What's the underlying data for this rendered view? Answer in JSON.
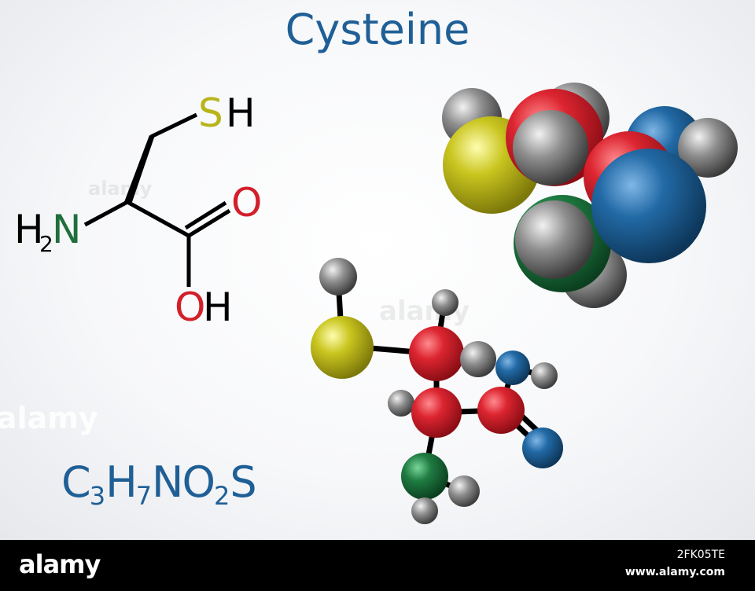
{
  "title": "Cysteine",
  "structure": {
    "sh": {
      "s": "S",
      "h": "H"
    },
    "amine": {
      "h": "H",
      "sub": "2",
      "n": "N"
    },
    "carbonyl_o": "O",
    "hydroxyl": {
      "o": "O",
      "h": "H"
    }
  },
  "formula": {
    "c": "C",
    "n3": "3",
    "h": "H",
    "n7": "7",
    "no": "NO",
    "n2": "2",
    "s": "S"
  },
  "colors": {
    "title_blue": "#1f5f96",
    "sulfur": "#b8b41a",
    "nitrogen": "#1f6f3c",
    "oxygen": "#d21f2a",
    "carbon_ball": "#d8202c",
    "nitrogen_ball": "#1d5f95",
    "hydrogen_ball": "#8a8a8a",
    "nitrogen_amine_ball": "#1e7a3e"
  },
  "watermark": {
    "brand": "alamy"
  },
  "footer": {
    "logo": "alamy",
    "image_id": "2FK05TE",
    "url": "www.alamy.com"
  }
}
